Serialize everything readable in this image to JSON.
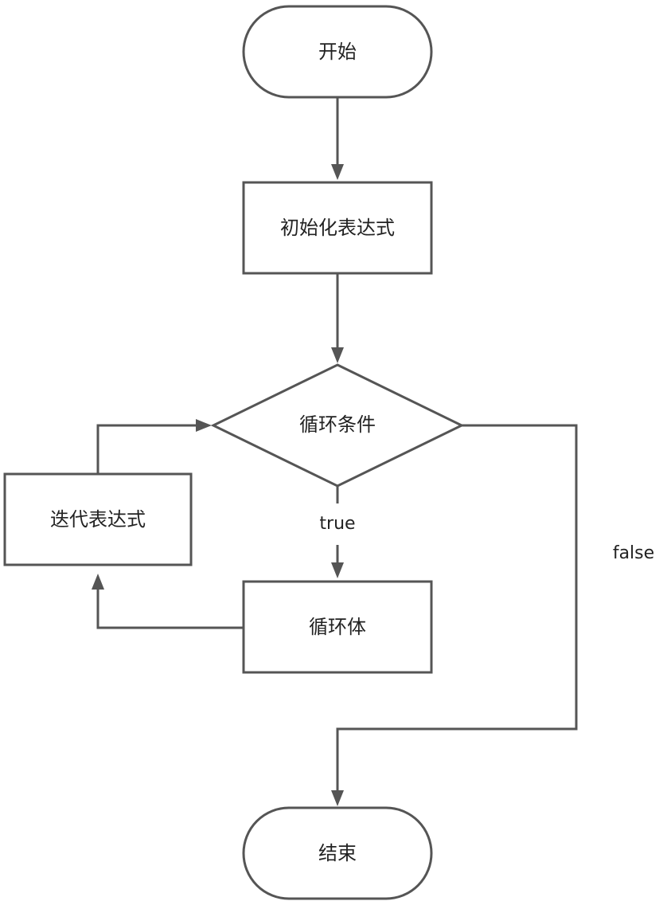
{
  "diagram": {
    "nodes": {
      "start": {
        "label": "开始",
        "shape": "terminator"
      },
      "init": {
        "label": "初始化表达式",
        "shape": "process"
      },
      "condition": {
        "label": "循环条件",
        "shape": "decision"
      },
      "body": {
        "label": "循环体",
        "shape": "process"
      },
      "iterate": {
        "label": "迭代表达式",
        "shape": "process"
      },
      "end": {
        "label": "结束",
        "shape": "terminator"
      }
    },
    "edges": [
      {
        "from": "start",
        "to": "init",
        "label": ""
      },
      {
        "from": "init",
        "to": "condition",
        "label": ""
      },
      {
        "from": "condition",
        "to": "body",
        "label": "true"
      },
      {
        "from": "body",
        "to": "iterate",
        "label": ""
      },
      {
        "from": "iterate",
        "to": "condition",
        "label": ""
      },
      {
        "from": "condition",
        "to": "end",
        "label": "false"
      }
    ],
    "colors": {
      "stroke": "#555555",
      "text": "#222222",
      "background": "#ffffff"
    }
  }
}
